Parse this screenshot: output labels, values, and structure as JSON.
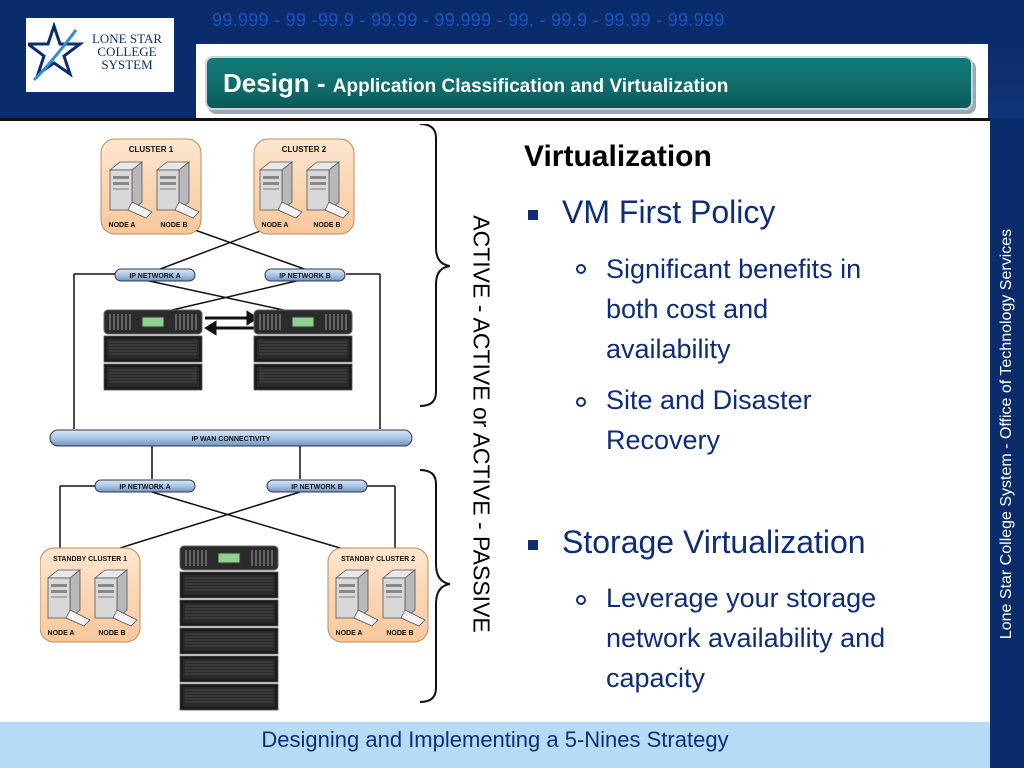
{
  "banner": {
    "nines_text": "99.999 - 99 -99.9 -  99.99  -  99.999  -  99.  -  99.9  -  99.99  -  99.999"
  },
  "logo": {
    "line1": "LONE STAR",
    "line2": "COLLEGE",
    "line3": "SYSTEM"
  },
  "title": {
    "main": "Design - ",
    "sub": "Application Classification and Virtualization"
  },
  "sidebar": {
    "text": "Lone Star College System - Office of Technology Services"
  },
  "diagram": {
    "vertical_label": "ACTIVE - ACTIVE    or  ACTIVE - PASSIVE",
    "cluster1": {
      "title": "CLUSTER 1",
      "node_a": "NODE A",
      "node_b": "NODE B"
    },
    "cluster2": {
      "title": "CLUSTER 2",
      "node_a": "NODE A",
      "node_b": "NODE B"
    },
    "top_net_a": "IP NETWORK A",
    "top_net_b": "IP NETWORK B",
    "wan": "IP WAN CONNECTIVITY",
    "bottom_net_a": "IP NETWORK A",
    "bottom_net_b": "IP NETWORK B",
    "standby1": {
      "title": "STANDBY CLUSTER 1",
      "node_a": "NODE A",
      "node_b": "NODE B"
    },
    "standby2": {
      "title": "STANDBY CLUSTER 2",
      "node_a": "NODE A",
      "node_b": "NODE B"
    }
  },
  "content": {
    "heading": "Virtualization",
    "bullets": [
      {
        "label": "VM First Policy",
        "subs": [
          {
            "lines": [
              "Significant benefits in",
              "both cost and",
              "availability"
            ]
          },
          {
            "lines": [
              "Site and Disaster",
              "Recovery"
            ]
          }
        ]
      },
      {
        "label": "Storage Virtualization",
        "subs": [
          {
            "lines": [
              "Leverage your storage",
              "network availability and",
              "capacity"
            ]
          }
        ]
      }
    ]
  },
  "footer": {
    "text": "Designing and Implementing a 5-Nines Strategy"
  },
  "colors": {
    "navy": "#0b2c6a",
    "teal": "#0f6b6a",
    "footer_bg": "#b4dcf6",
    "text_blue": "#0f2d74"
  }
}
